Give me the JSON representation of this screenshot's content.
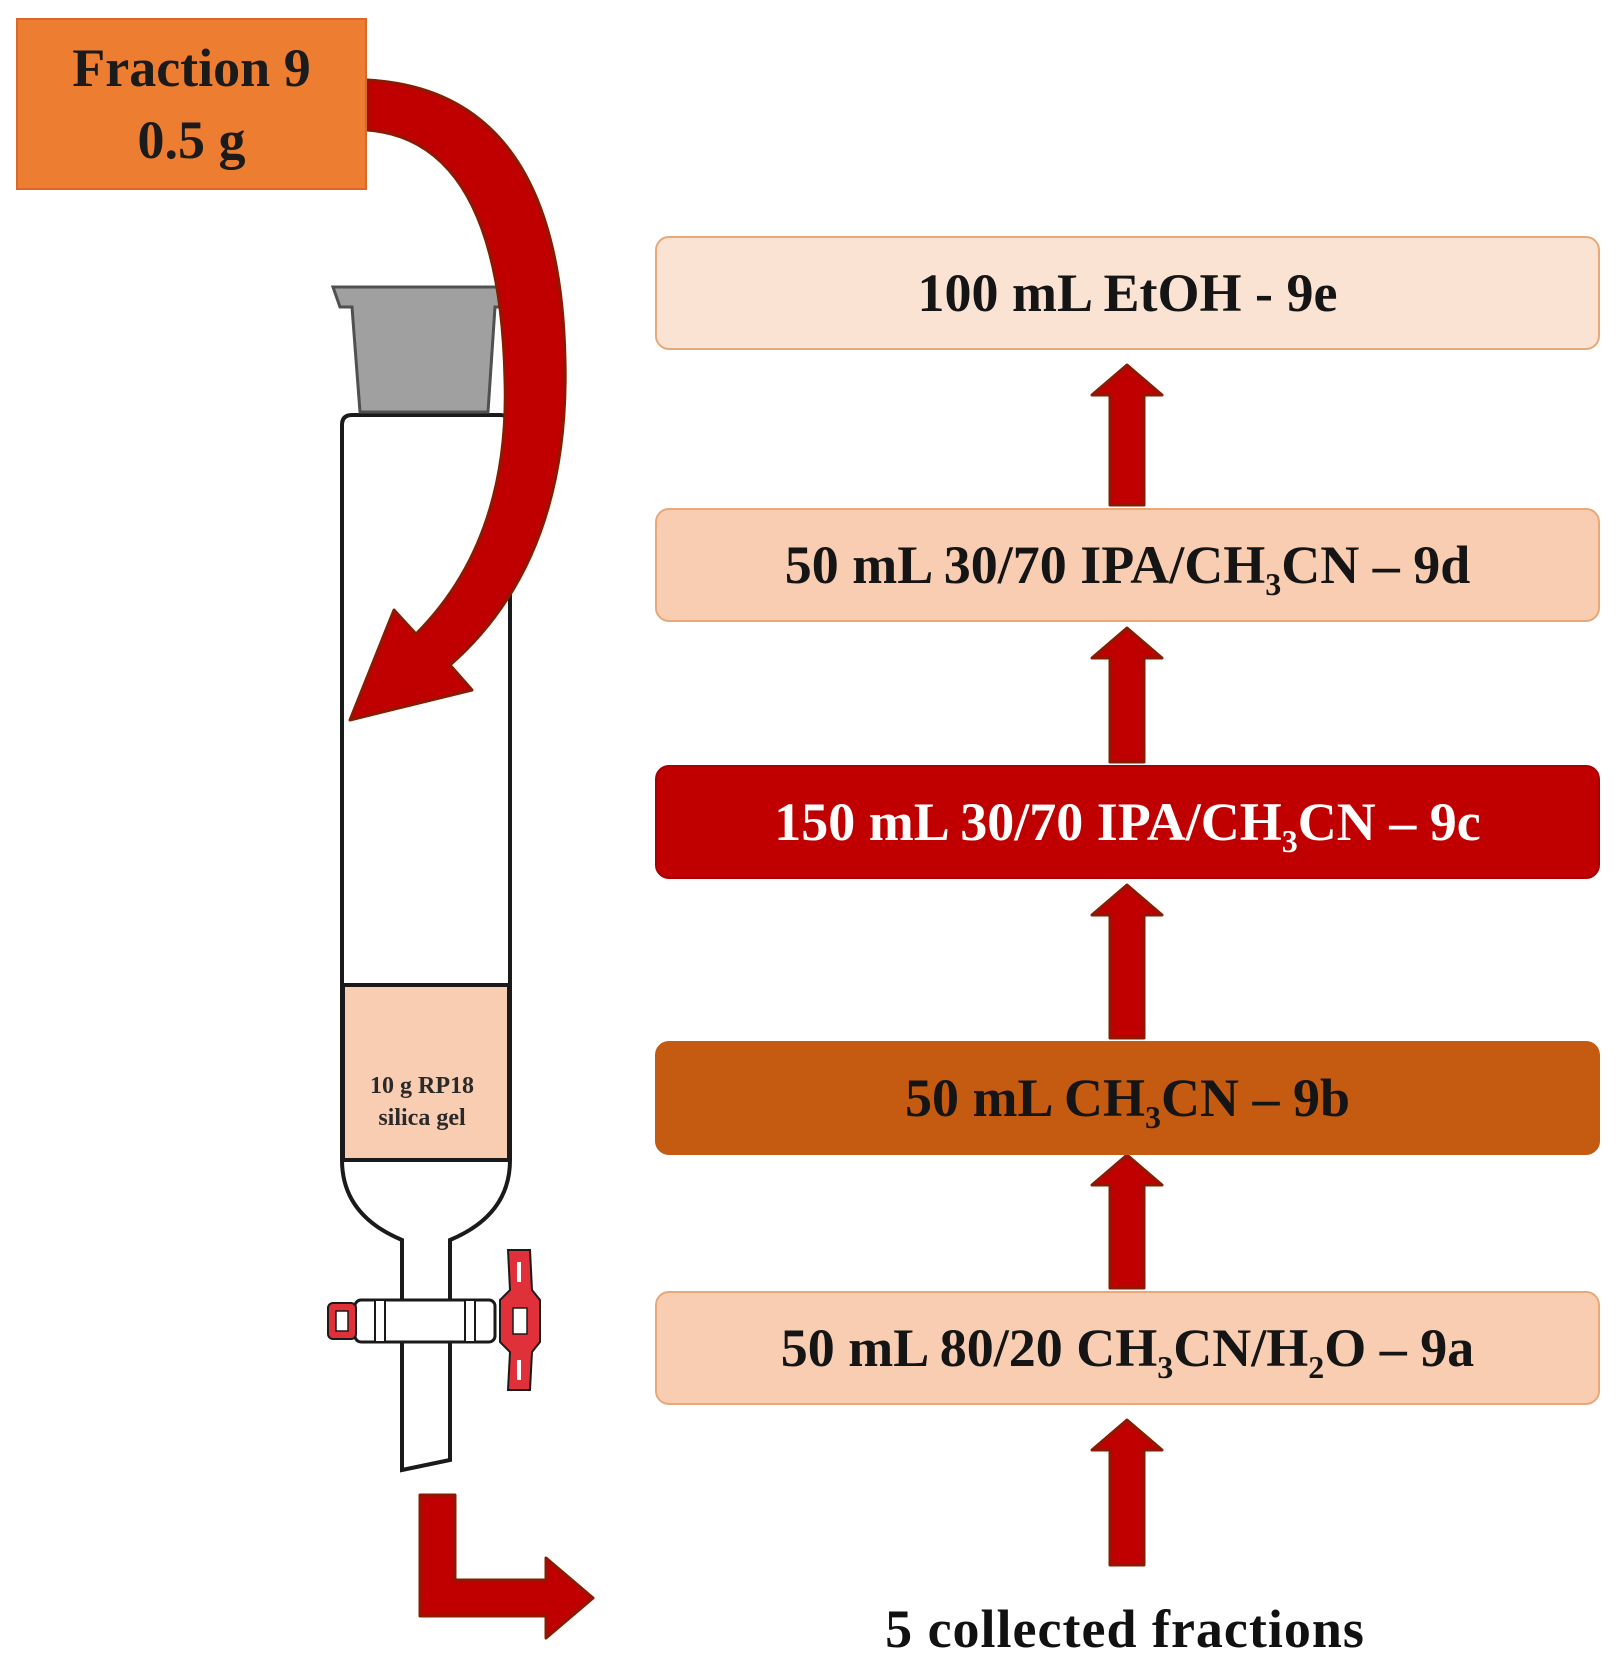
{
  "source_fraction": {
    "line1": "Fraction 9",
    "line2": "0.5 g"
  },
  "column": {
    "packing_line1": "10 g RP18",
    "packing_line2": "silica gel"
  },
  "eluent_steps": [
    {
      "text": "100 mL EtOH - 9e",
      "fill": "#fbe3d3"
    },
    {
      "pre": "50 mL 30/70 IPA/CH",
      "sub": "3",
      "post": "CN – 9d",
      "fill": "#f8cdb1"
    },
    {
      "pre": "150 mL 30/70 IPA/CH",
      "sub": "3",
      "post": "CN – 9c",
      "fill": "#c00000"
    },
    {
      "pre": "50 mL CH",
      "sub": "3",
      "post": "CN – 9b",
      "fill": "#c55a11"
    },
    {
      "pre": "50 mL 80/20 CH",
      "sub": "3",
      "mid": "CN/H",
      "sub2": "2",
      "post": "O – 9a",
      "fill": "#f8cdb1"
    }
  ],
  "collected_label": "5 collected fractions",
  "colors": {
    "arrow_fill": "#c00000",
    "arrow_outline": "#8b1a00",
    "source_box": "#ed7d31",
    "column_packing": "#f8cdb1",
    "stopcock_red": "#e0303a",
    "stopper_gray": "#a0a0a0"
  },
  "icons": [
    "curved-arrow-icon",
    "up-arrow-icon",
    "l-arrow-icon",
    "chromatography-column-icon"
  ]
}
